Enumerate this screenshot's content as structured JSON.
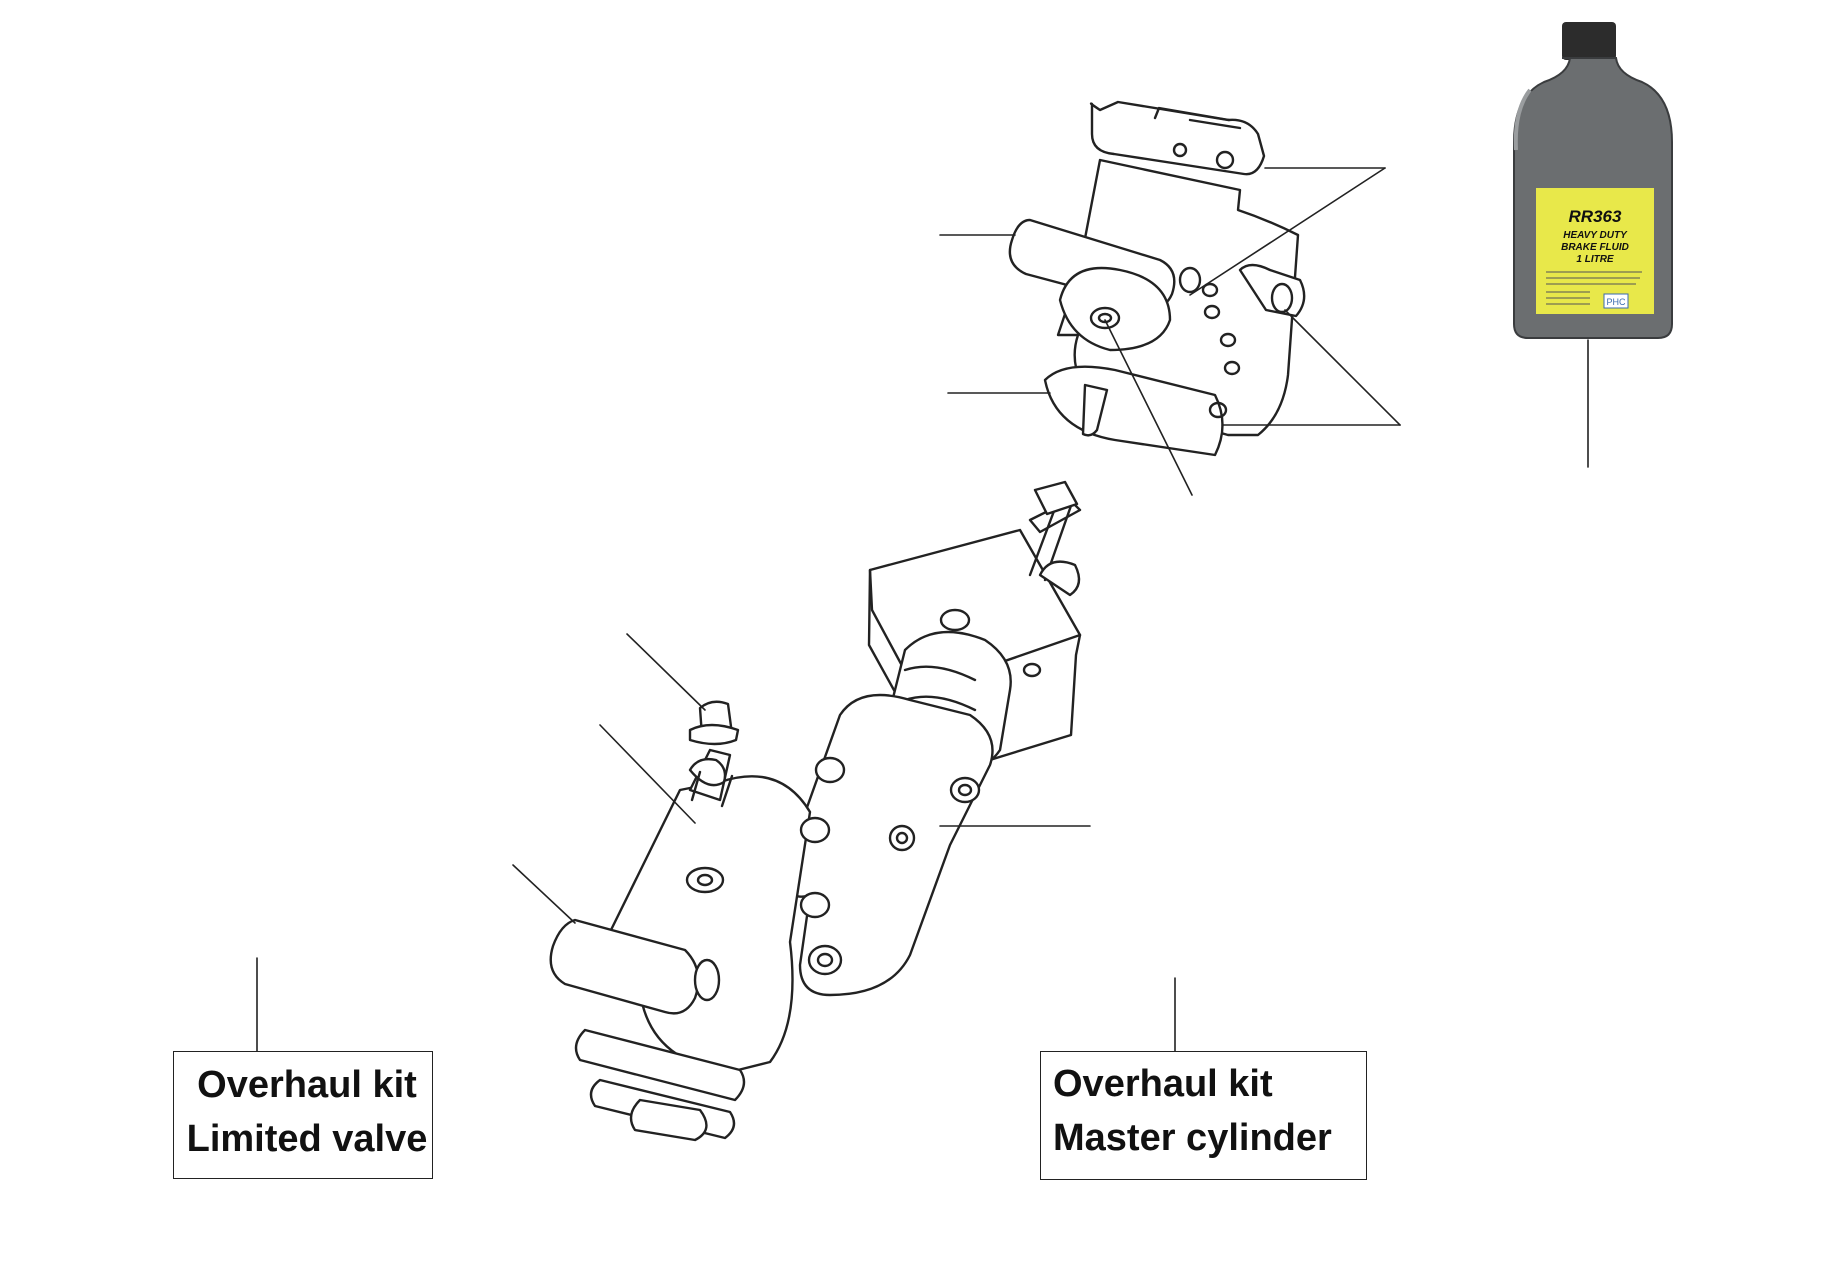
{
  "labels": {
    "limited_valve": {
      "line1": "Overhaul kit",
      "line2": "Limited valve"
    },
    "master_cylinder": {
      "line1": "Overhaul kit",
      "line2": "Master cylinder"
    }
  },
  "bottle": {
    "code": "RR363",
    "line1": "HEAVY DUTY",
    "line2": "BRAKE FLUID",
    "line3": "1 LITRE",
    "brand": "PHC",
    "label_color": "#e8e84a",
    "body_color": "#6b6e70",
    "cap_color": "#2c2c2c"
  },
  "colors": {
    "line": "#222222",
    "part_fill": "#ffffff"
  }
}
